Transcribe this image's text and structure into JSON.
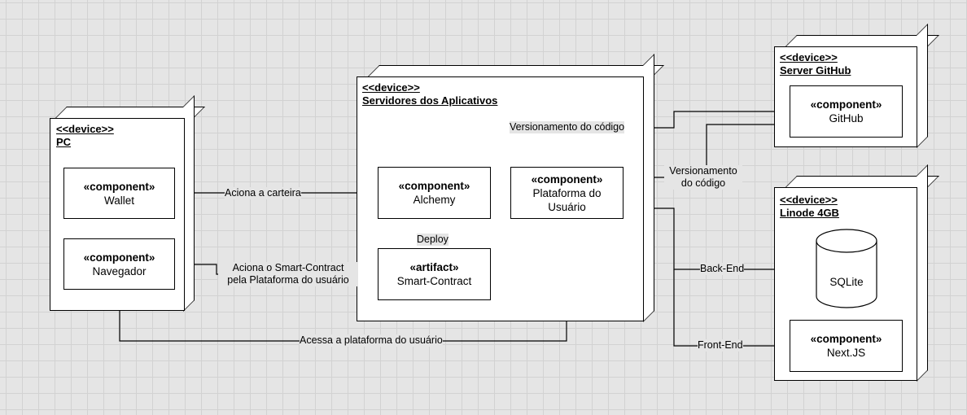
{
  "nodes": {
    "pc": {
      "stereotype": "<<device>>",
      "name": "PC"
    },
    "servers": {
      "stereotype": "<<device>>",
      "name": "Servidores dos Aplicativos"
    },
    "github_server": {
      "stereotype": "<<device>>",
      "name": "Server GitHub"
    },
    "linode": {
      "stereotype": "<<device>>",
      "name": "Linode 4GB"
    }
  },
  "components": {
    "wallet": {
      "stereotype": "«component»",
      "name": "Wallet"
    },
    "navegador": {
      "stereotype": "«component»",
      "name": "Navegador"
    },
    "alchemy": {
      "stereotype": "«component»",
      "name": "Alchemy"
    },
    "plataforma": {
      "stereotype": "«component»",
      "name_line1": "Plataforma do",
      "name_line2": "Usuário"
    },
    "smart_contract": {
      "stereotype": "«artifact»",
      "name": "Smart-Contract"
    },
    "github": {
      "stereotype": "«component»",
      "name": "GitHub"
    },
    "sqlite": {
      "name": "SQLite"
    },
    "nextjs": {
      "stereotype": "«component»",
      "name": "Next.JS"
    }
  },
  "edges": {
    "versioning_top": "Versionamento do código",
    "versioning_right_line1": "Versionamento",
    "versioning_right_line2": "do código",
    "aciona_carteira": "Aciona a carteira",
    "deploy": "Deploy",
    "aciona_smart_line1": "Aciona o Smart-Contract",
    "aciona_smart_line2": "pela Plataforma do usuário",
    "acessa": "Acessa a plataforma do usuário",
    "back_end": "Back-End",
    "front_end": "Front-End"
  }
}
